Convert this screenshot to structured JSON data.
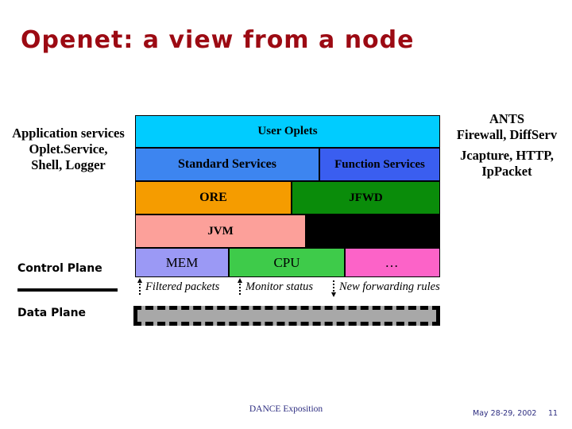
{
  "slide": {
    "title": "Openet: a view from a node"
  },
  "left_labels": {
    "application_services": {
      "line1": "Application services",
      "line2": "Oplet.Service,",
      "line3": "Shell, Logger"
    },
    "control_plane": "Control Plane",
    "data_plane": "Data Plane"
  },
  "right_labels": {
    "ants": {
      "line1": "ANTS",
      "line2": "Firewall, DiffServ",
      "line3": "Jcapture, HTTP,",
      "line4": "IpPacket"
    }
  },
  "stack": {
    "rows": [
      {
        "name": "user-oplets-row",
        "blocks": [
          {
            "label": "User Oplets",
            "color": "#00ccff"
          }
        ]
      },
      {
        "name": "services-row",
        "blocks": [
          {
            "label": "Standard Services",
            "color": "#3d85f0"
          },
          {
            "label": "Function Services",
            "color": "#3a5ef0"
          }
        ]
      },
      {
        "name": "runtime-row",
        "blocks": [
          {
            "label": "ORE",
            "color": "#f59c00"
          },
          {
            "label": "JFWD",
            "color": "#0a8c0a"
          }
        ]
      },
      {
        "name": "jvm-row",
        "blocks": [
          {
            "label": "JVM",
            "color": "#fca09a"
          },
          {
            "label": "",
            "color": "#000000"
          }
        ]
      },
      {
        "name": "hardware-row",
        "blocks": [
          {
            "label": "MEM",
            "color": "#9b99f5"
          },
          {
            "label": "CPU",
            "color": "#3ecb4a"
          },
          {
            "label": "…",
            "color": "#fc63c8"
          }
        ]
      }
    ],
    "blocks": {
      "user_oplets": "User Oplets",
      "standard_services": "Standard Services",
      "function_services": "Function Services",
      "ore": "ORE",
      "jfwd": "JFWD",
      "jvm": "JVM",
      "black": "",
      "mem": "MEM",
      "cpu": "CPU",
      "etc": "…"
    }
  },
  "flows": [
    {
      "label": "Filtered packets",
      "direction": "up"
    },
    {
      "label": "Monitor status",
      "direction": "up"
    },
    {
      "label": "New forwarding rules",
      "direction": "down"
    }
  ],
  "footer": {
    "center": "DANCE Exposition",
    "date": "May 28-29, 2002",
    "page": "11"
  },
  "colors": {
    "title": "#9c0a13",
    "footer_text": "#2d2d80",
    "data_bar_fill": "#a8a8a8",
    "outline": "#000000"
  }
}
